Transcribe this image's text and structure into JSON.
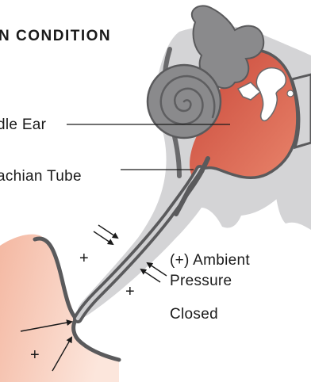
{
  "title": "N CONDITION",
  "labels": {
    "middle_ear": "dle Ear",
    "eustachian_tube": "achian Tube",
    "ambient_pressure_line1": "(+) Ambient",
    "ambient_pressure_line2": "Pressure",
    "state": "Closed"
  },
  "pressure_signs": {
    "tube_upper": "+",
    "tube_lower": "+",
    "throat": "+"
  },
  "colors": {
    "tissue_gray": "#d4d4d6",
    "dark_outline": "#5a5a5c",
    "middle_ear_red": "#d8604c",
    "throat_pink": "#f6c9b8",
    "cochlea_gray": "#8a8a8c"
  }
}
